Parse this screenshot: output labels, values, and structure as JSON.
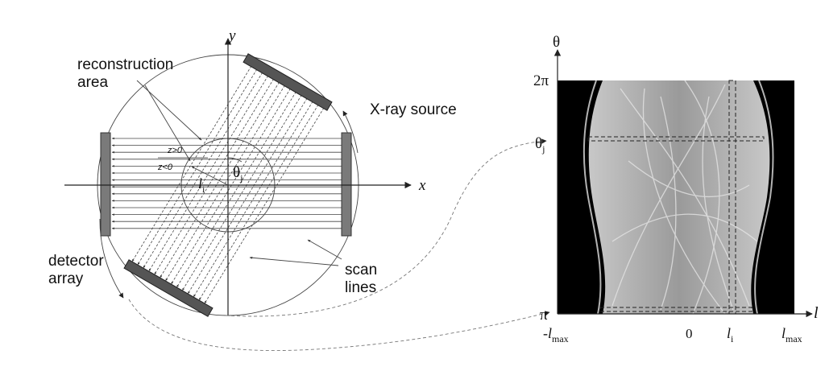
{
  "left_diagram": {
    "axis_x": "x",
    "axis_y": "y",
    "label_reconstruction_area": [
      "reconstruction",
      "area"
    ],
    "label_xray_source": "X-ray source",
    "label_detector_array": [
      "detector",
      "array"
    ],
    "label_scan_lines": [
      "scan",
      "lines"
    ],
    "label_z_pos": "z>0",
    "label_z_neg": "z<0",
    "label_theta_j": "θj",
    "label_l_i": "li"
  },
  "sinogram": {
    "axis_theta": "θ",
    "axis_l": "l",
    "tick_2pi": "2π",
    "tick_theta_j": "θj",
    "tick_pi": "π",
    "tick_neg_lmax": "-l max",
    "tick_zero": "0",
    "tick_l_i": "li",
    "tick_lmax": "lmax"
  },
  "colors": {
    "background": "#ffffff",
    "sinogram_background": "#000000",
    "sinogram_fill": "#b0b0b0",
    "line": "#222222"
  }
}
